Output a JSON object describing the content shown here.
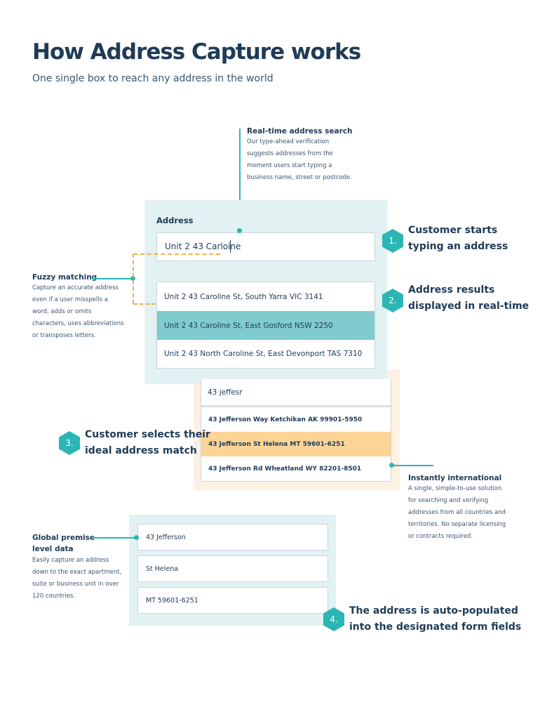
{
  "header": {
    "title": "How Address Capture works",
    "subtitle": "One single box to reach any address in the world"
  },
  "notes": {
    "realtime": {
      "heading": "Real-time address search",
      "lines": [
        "Our type-ahead verification",
        "suggests addresses from the",
        "moment users start typing a",
        "business name, street or postcode."
      ]
    },
    "fuzzy": {
      "heading": "Fuzzy matching",
      "lines": [
        "Capture an accurate address",
        "even if a user misspells a",
        "word, adds or omits",
        "characters, uses abbreviations",
        "or transposes letters."
      ]
    },
    "international": {
      "heading": "Instantly international",
      "lines": [
        "A single, simple-to-use solution",
        "for searching and verifying",
        "addresses from all countries and",
        "territories. No separate licensing",
        "or contracts required."
      ]
    },
    "premise": {
      "heading_lines": [
        "Global premise-",
        "level data"
      ],
      "lines": [
        "Easily capture an address",
        "down to the exact apartment,",
        "suite or business unit in over",
        "120 countries."
      ]
    }
  },
  "form": {
    "label": "Address",
    "input_value": "Unit 2 43 Carloine",
    "results": [
      "Unit 2 43 Caroline St, South Yarra VIC 3141",
      "Unit 2 43 Caroline St, East Gosford NSW 2250",
      "Unit 2 43 North Caroline St, East Devonport TAS 7310"
    ],
    "selected_index": 1
  },
  "intl": {
    "input_value": "43 jeffesr",
    "results": [
      "43 Jefferson Way Ketchikan AK 99901-5950",
      "43 Jefferson St Helena MT 59601-6251",
      "43 Jefferson Rd Wheatland WY 82201-8501"
    ],
    "selected_index": 1
  },
  "populated": {
    "fields": [
      "43 Jefferson",
      "St Helena",
      "MT 59601-6251"
    ]
  },
  "steps": [
    {
      "number": "1.",
      "lines": [
        "Customer starts",
        "typing an address"
      ]
    },
    {
      "number": "2.",
      "lines": [
        "Address results",
        "displayed in real-time"
      ]
    },
    {
      "number": "3.",
      "lines": [
        "Customer selects their",
        "ideal address match"
      ]
    },
    {
      "number": "4.",
      "lines": [
        "The address is auto-populated",
        "into the designated form fields"
      ]
    }
  ],
  "colors": {
    "accent_teal": "#2bb5b5",
    "highlight_teal": "#7fcbce",
    "highlight_orange": "#fcd496",
    "dashed_orange": "#f0b04a",
    "heading_navy": "#1f3b57"
  }
}
